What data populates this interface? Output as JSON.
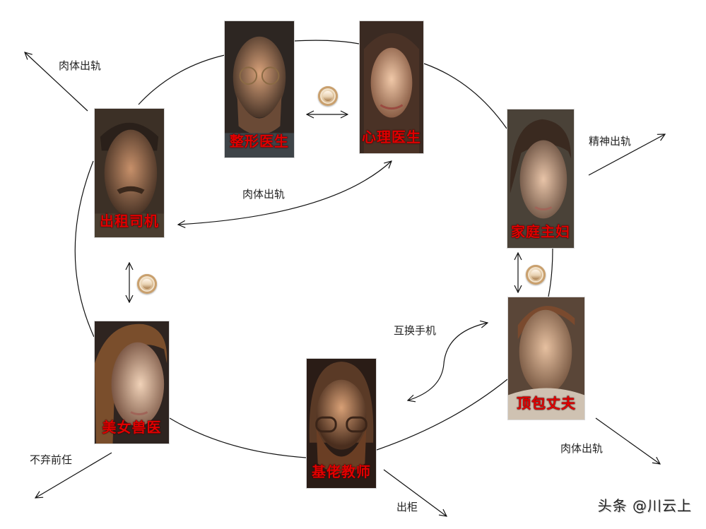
{
  "characters": {
    "plastic_surgeon": {
      "label": "整形医生"
    },
    "psychologist": {
      "label": "心理医生"
    },
    "taxi_driver": {
      "label": "出租司机"
    },
    "housewife": {
      "label": "家庭主妇"
    },
    "scapegoat_husband": {
      "label": "顶包丈夫"
    },
    "gay_teacher": {
      "label": "基佬教师"
    },
    "veterinarian": {
      "label": "美女兽医"
    }
  },
  "relations": {
    "taxi_top_left": "肉体出轨",
    "taxi_psychologist": "肉体出轨",
    "housewife_right": "精神出轨",
    "husband_right": "肉体出轨",
    "phone_swap": "互换手机",
    "teacher_out": "出柜",
    "vet_ex": "不弃前任"
  },
  "rings": [
    {
      "between": [
        "plastic_surgeon",
        "psychologist"
      ],
      "icon": "wedding-ring-icon"
    },
    {
      "between": [
        "taxi_driver",
        "veterinarian"
      ],
      "icon": "wedding-ring-icon"
    },
    {
      "between": [
        "housewife",
        "scapegoat_husband"
      ],
      "icon": "wedding-ring-icon"
    }
  ],
  "colors": {
    "name_label": "#e00000",
    "line": "#111111",
    "background": "#ffffff"
  },
  "watermark": "头条 @川云上"
}
